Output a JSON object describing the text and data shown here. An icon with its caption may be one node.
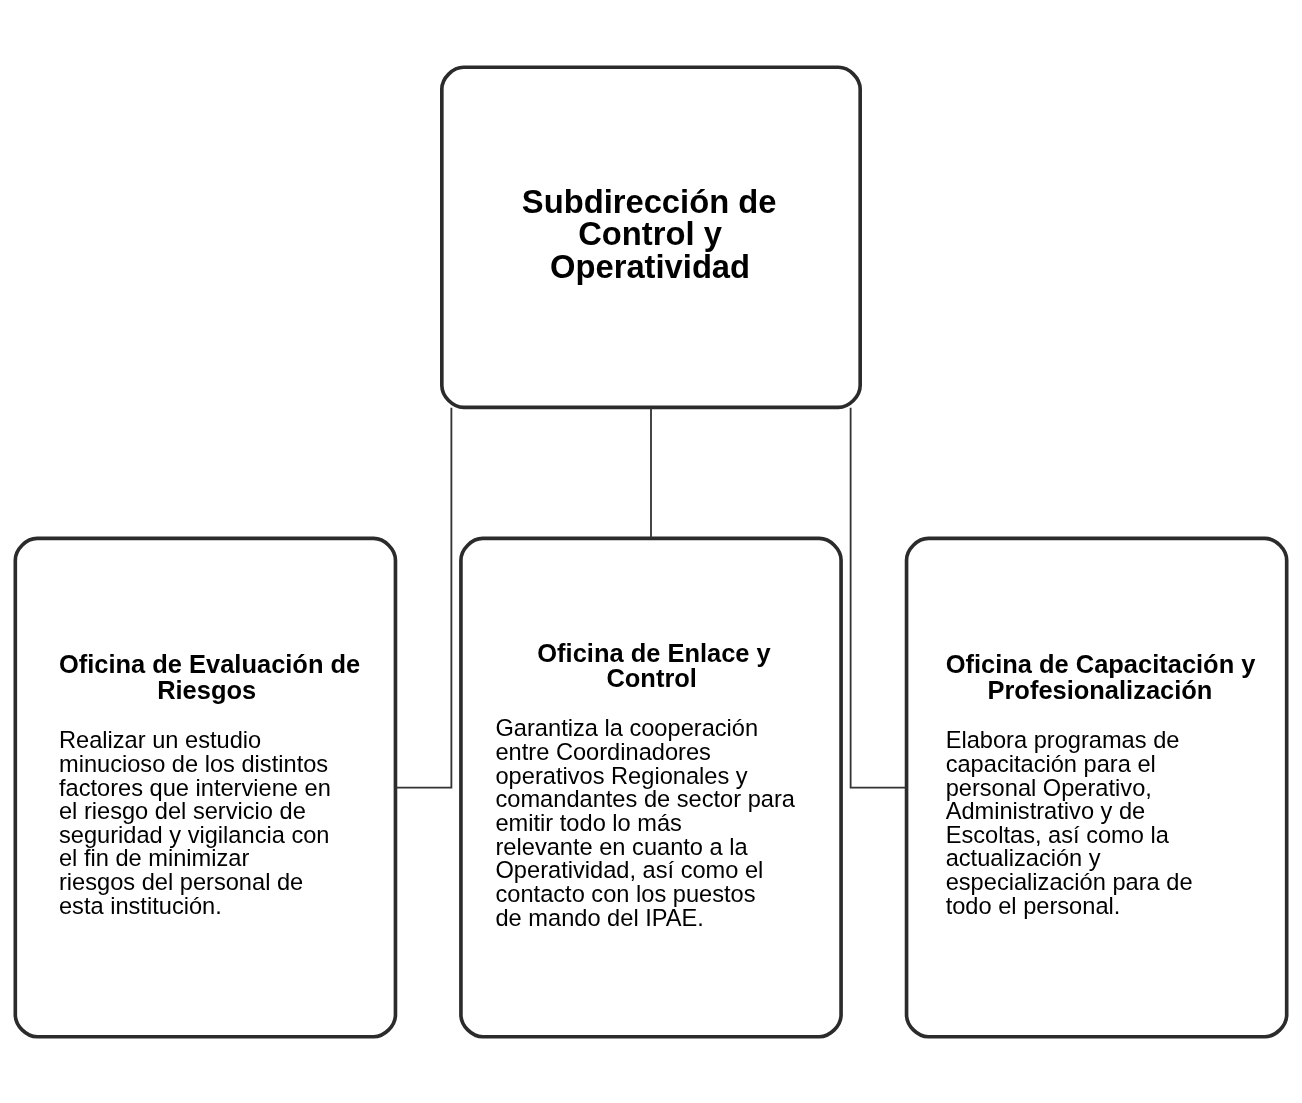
{
  "diagram": {
    "nodes": [
      {
        "text": [
          "Subdirección de Control y Operatividad"
        ]
      },
      {
        "text": [
          "Oficina de Evaluación de Riesgos",
          "Realizar un estudio minucioso de los distintos factores que interviene en el riesgo del servicio de seguridad y vigilancia con el fin de minimizar riesgos del personal de esta institución."
        ]
      },
      {
        "text": [
          "Oficina de Enlace y Control",
          "Garantiza la cooperación entre Coordinadores operativos Regionales y comandantes de sector para emitir todo lo más relevante en cuanto a la Operatividad, así como el contacto con los puestos de mando del IPAE."
        ]
      },
      {
        "text": [
          "Oficina de Capacitación y Profesionalización",
          "Elabora programas de capacitación para el personal Operativo, Administrativo y de Escoltas, así como la actualización y especialización para de todo el personal."
        ]
      }
    ],
    "edges": [
      {
        "from": 0,
        "to": 1,
        "arrow": "none"
      },
      {
        "from": 0,
        "to": 2,
        "arrow": "none"
      },
      {
        "from": 0,
        "to": 3,
        "arrow": "none"
      }
    ]
  }
}
